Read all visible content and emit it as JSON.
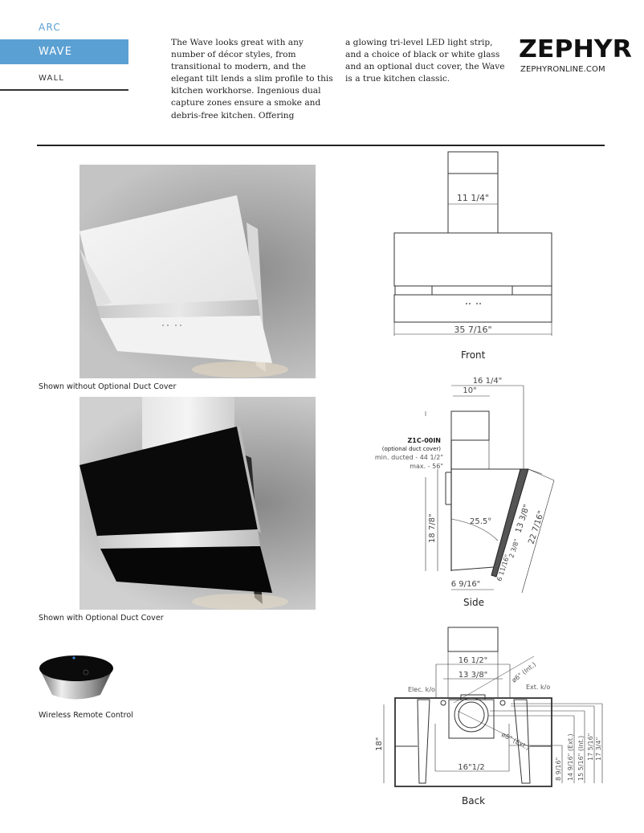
{
  "nav": {
    "items": [
      {
        "label": "ARC",
        "active": false
      },
      {
        "label": "WAVE",
        "active": true
      },
      {
        "label": "WALL",
        "active": false
      }
    ],
    "accent_color": "#5ba0d3"
  },
  "description": {
    "column_1": "The Wave looks great with any number of décor styles, from transitional to modern, and the elegant tilt lends a slim profile to this kitchen workhorse. Ingenious dual capture zones ensure a smoke and debris-free kitchen. Offering",
    "column_2": "a glowing tri-level LED light strip, and a choice of black or white glass and an optional duct cover, the Wave is a true kitchen classic."
  },
  "brand": {
    "logo": "ZEPHYR",
    "url": "ZEPHYRONLINE.COM"
  },
  "photos": [
    {
      "caption": "Shown without Optional Duct Cover",
      "glass": "white"
    },
    {
      "caption": "Shown with Optional Duct Cover",
      "glass": "black"
    }
  ],
  "remote": {
    "caption": "Wireless Remote Control"
  },
  "drawings": {
    "front": {
      "label": "Front",
      "duct_width": "11 1/4\"",
      "overall_width": "35 7/16\""
    },
    "side": {
      "label": "Side",
      "total_depth": "16 1/4\"",
      "duct_depth": "10\"",
      "duct_cover_model": "Z1C-00IN",
      "duct_cover_note": "(optional duct cover)",
      "min_ducted": "min. ducted - 44 1/2\"",
      "max": "max. - 56\"",
      "height": "18 7/8\"",
      "angle": "25.5°",
      "glass_upper": "13 3/8\"",
      "glass_total": "22 7/16\"",
      "glass_mid": "2 3/8\"",
      "glass_lower": "6 11/16\"",
      "bottom_depth": "6 9/16\""
    },
    "back": {
      "label": "Back",
      "outer_width": "16 1/2\"",
      "inner_width": "13 3/8\"",
      "elec_ko": "Elec. k/o",
      "ext_ko": "Ext. k/o",
      "int_diameter": "ø6\" (Int.)",
      "ext_diameter": "ø8\" (Ext.)",
      "height": "18\"",
      "bracket_width": "16\"1/2",
      "dims_right": [
        "8 9/16\"",
        "14 9/16\" (Ext.)",
        "15 5/16\" (Int.)",
        "17 5/16\"",
        "17 3/4\""
      ]
    }
  }
}
